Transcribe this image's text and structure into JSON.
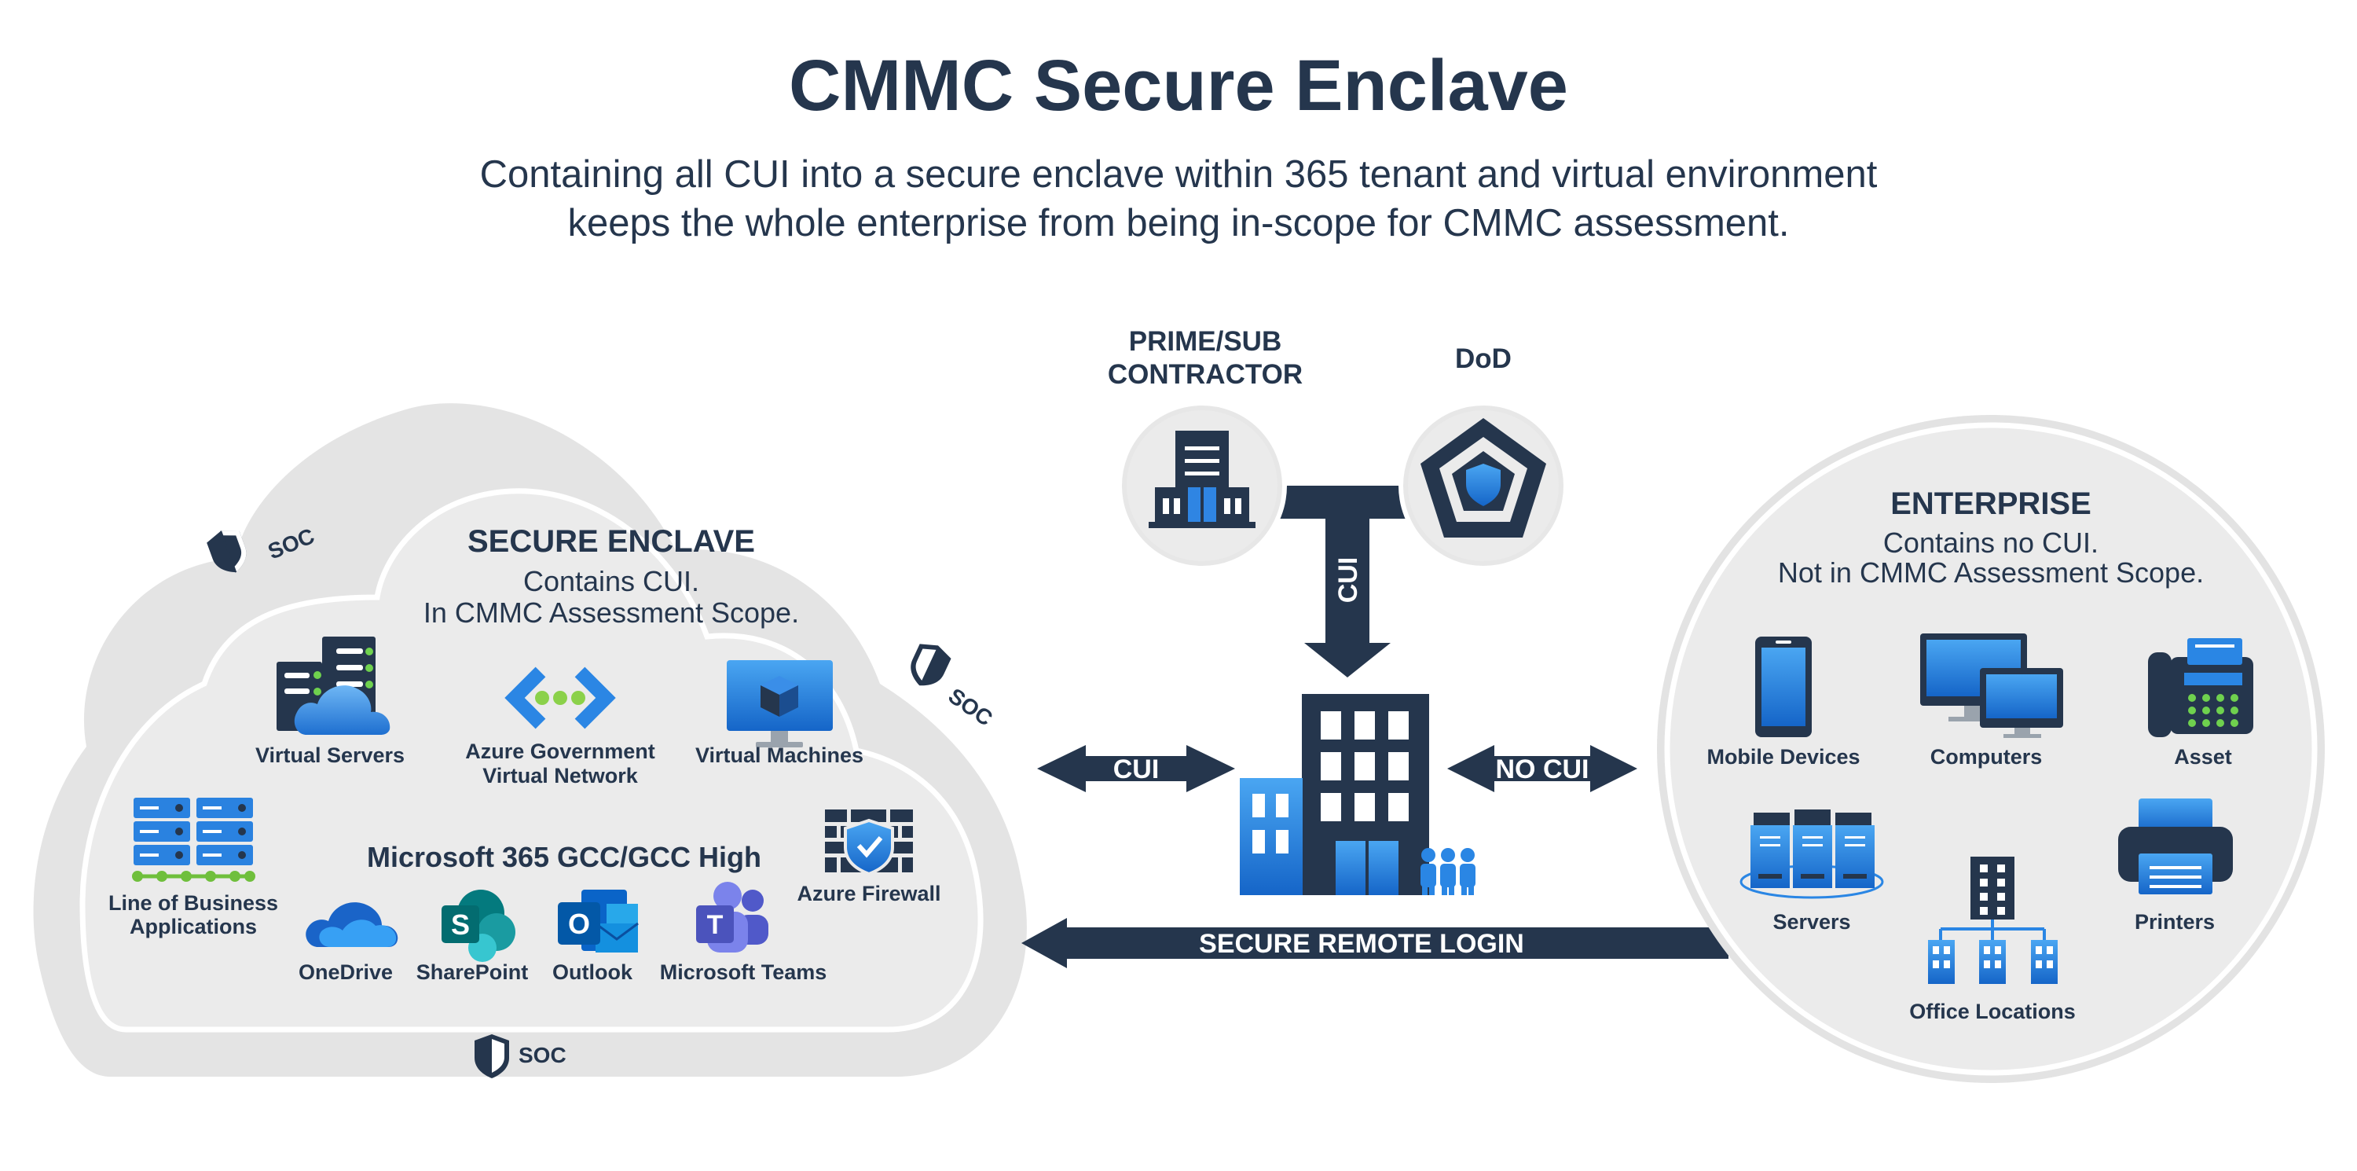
{
  "header": {
    "title": "CMMC Secure Enclave",
    "subtitle_line1": "Containing all CUI into a secure enclave within 365 tenant and virtual environment",
    "subtitle_line2": "keeps the whole enterprise from being in-scope for CMMC assessment."
  },
  "enclave": {
    "title": "SECURE ENCLAVE",
    "line1": "Contains CUI.",
    "line2": "In CMMC Assessment Scope.",
    "soc_label": "SOC",
    "items": {
      "virtual_servers": "Virtual Servers",
      "azure_gov_line1": "Azure Government",
      "azure_gov_line2": "Virtual Network",
      "virtual_machines": "Virtual Machines",
      "lob_line1": "Line of Business",
      "lob_line2": "Applications",
      "m365_title": "Microsoft 365 GCC/GCC High",
      "azure_firewall": "Azure Firewall",
      "onedrive": "OneDrive",
      "sharepoint": "SharePoint",
      "outlook": "Outlook",
      "teams": "Microsoft Teams",
      "sharepoint_letter": "S",
      "outlook_letter": "O",
      "teams_letter": "T"
    }
  },
  "top": {
    "prime_line1": "PRIME/SUB",
    "prime_line2": "CONTRACTOR",
    "dod": "DoD",
    "cui_vertical": "CUI"
  },
  "center": {
    "cui_left": "CUI",
    "no_cui_right": "NO CUI",
    "secure_remote_login": "SECURE REMOTE LOGIN"
  },
  "enterprise": {
    "title": "ENTERPRISE",
    "line1": "Contains no CUI.",
    "line2": "Not in CMMC Assessment Scope.",
    "items": {
      "mobile_devices": "Mobile Devices",
      "computers": "Computers",
      "asset": "Asset",
      "servers": "Servers",
      "printers": "Printers",
      "office_locations": "Office Locations"
    }
  },
  "colors": {
    "navy": "#25364d",
    "blue": "#1a73d9",
    "light_blue": "#4aa0f0",
    "panel_grey": "#ebebeb",
    "outer_grey": "#e3e3e3"
  }
}
